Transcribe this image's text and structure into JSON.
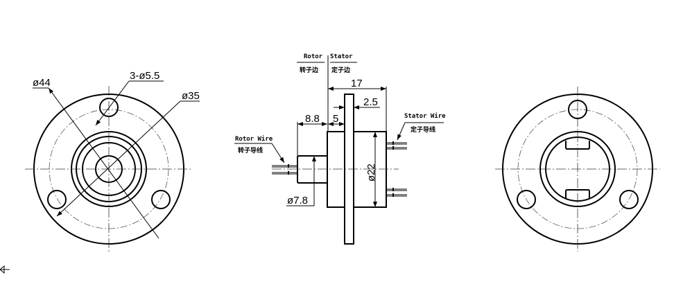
{
  "left_view": {
    "dim_outer": "ø44",
    "dim_holes": "3-ø5.5",
    "dim_pcd": "ø35"
  },
  "side_view": {
    "rotor_label": "Rotor",
    "rotor_label_cn": "转子边",
    "stator_label": "Stator",
    "stator_label_cn": "定子边",
    "dim_total_length": "17",
    "dim_flange_thickness": "2.5",
    "dim_shaft_length": "8.8",
    "dim_body_to_flange": "5",
    "dim_body_dia": "ø22",
    "dim_shaft_dia": "ø7.8",
    "rotor_wire_label": "Rotor Wire",
    "rotor_wire_label_cn": "转子导线",
    "stator_wire_label": "Stator Wire",
    "stator_wire_label_cn": "定子导线"
  },
  "right_view": {},
  "projection_symbol": "first-angle-projection"
}
